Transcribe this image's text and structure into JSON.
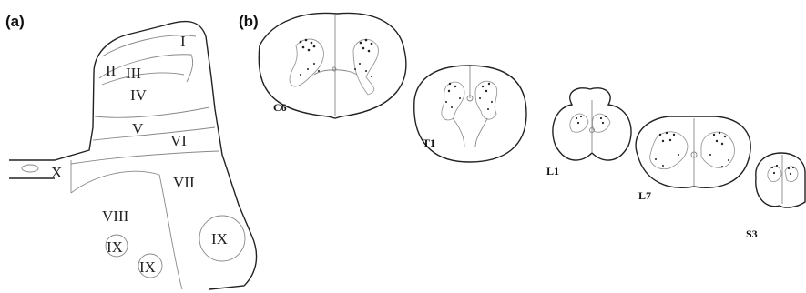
{
  "panels": {
    "a": {
      "label": "(a)"
    },
    "b": {
      "label": "(b)"
    }
  },
  "laminae": [
    "I",
    "II",
    "III",
    "IV",
    "V",
    "VI",
    "VII",
    "VIII",
    "IX",
    "IX",
    "IX",
    "X"
  ],
  "segments": [
    {
      "label": "C6"
    },
    {
      "label": "T1"
    },
    {
      "label": "L1"
    },
    {
      "label": "L7"
    },
    {
      "label": "S3"
    }
  ]
}
